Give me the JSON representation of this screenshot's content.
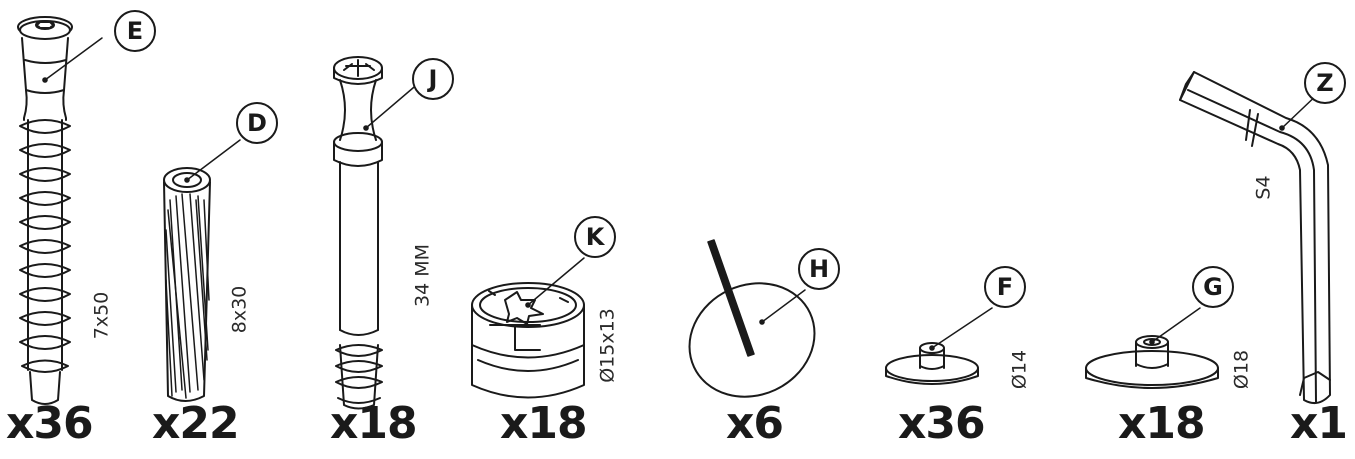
{
  "parts": [
    {
      "letter": "E",
      "qty": "x36",
      "dim": "7x50"
    },
    {
      "letter": "D",
      "qty": "x22",
      "dim": "8x30"
    },
    {
      "letter": "J",
      "qty": "x18",
      "dim": "34 MM"
    },
    {
      "letter": "K",
      "qty": "x18",
      "dim": "Ø15x13"
    },
    {
      "letter": "H",
      "qty": "x6",
      "dim": ""
    },
    {
      "letter": "F",
      "qty": "x36",
      "dim": "Ø14"
    },
    {
      "letter": "G",
      "qty": "x18",
      "dim": "Ø18"
    },
    {
      "letter": "Z",
      "qty": "x1",
      "dim": "S4"
    }
  ]
}
